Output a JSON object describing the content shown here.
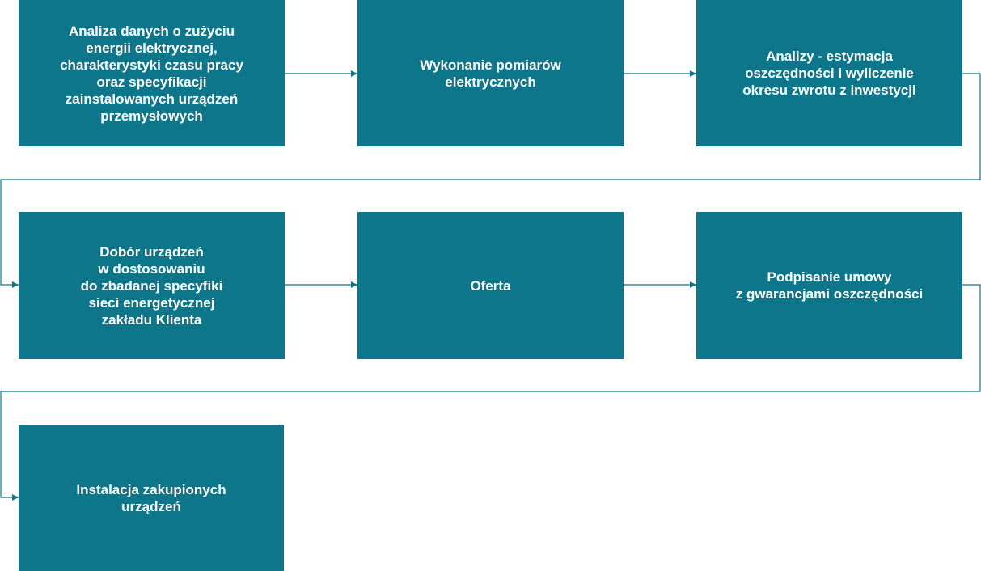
{
  "colors": {
    "box_fill": "#0e768a",
    "box_text": "#ffffff",
    "connector": "#0e768a"
  },
  "steps": [
    {
      "id": "s1",
      "label": "Analiza danych o zużyciu\nenergii elektrycznej,\ncharakterystyki czasu pracy\noraz specyfikacji\nzainstalowanych urządzeń\nprzemysłowych"
    },
    {
      "id": "s2",
      "label": "Wykonanie pomiarów\nelektrycznych"
    },
    {
      "id": "s3",
      "label": "Analizy - estymacja\noszczędności i wyliczenie\nokresu zwrotu z inwestycji"
    },
    {
      "id": "s4",
      "label": "Dobór urządzeń\nw dostosowaniu\ndo zbadanej specyfiki\nsieci energetycznej\nzakładu Klienta"
    },
    {
      "id": "s5",
      "label": "Oferta"
    },
    {
      "id": "s6",
      "label": "Podpisanie umowy\nz gwarancjami oszczędności"
    },
    {
      "id": "s7",
      "label": "Instalacja zakupionych\nurządzeń"
    }
  ],
  "flow": [
    [
      "s1",
      "s2"
    ],
    [
      "s2",
      "s3"
    ],
    [
      "s3",
      "s4"
    ],
    [
      "s4",
      "s5"
    ],
    [
      "s5",
      "s6"
    ],
    [
      "s6",
      "s7"
    ]
  ]
}
